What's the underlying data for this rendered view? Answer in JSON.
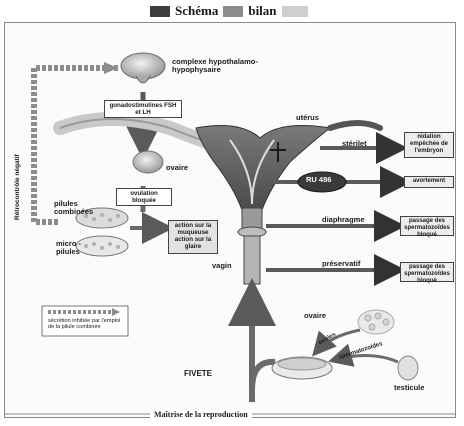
{
  "header": {
    "legend_items": [
      {
        "label": "Schéma",
        "color": "#3d3d3d"
      },
      {
        "label": "bilan",
        "color": "#8c8c8c"
      },
      {
        "label": "",
        "color": "#cfcfcf"
      }
    ]
  },
  "labels": {
    "complexe": "complexe hypothalamo- hypophysaire",
    "gonadostimulines": "gonadostimulines FSH et LH",
    "retrocontrole": "Rétrocontrôle négatif",
    "uterus": "utérus",
    "ovaire_top": "ovaire",
    "ovulation": "ovulation bloquée",
    "pilules": "pilules combinées",
    "micropilules": "micro - pilules",
    "action_muqueuse": "action sur la muqueuse action sur la glaire",
    "vagin": "vagin",
    "sterilet": "stérilet",
    "ru486": "RU 486",
    "diaphragme": "diaphragme",
    "preservatif": "préservatif",
    "ovaire_bottom": "ovaire",
    "ovules": "ovules",
    "spermatozoides": "spermatozoïdes",
    "fivete": "FIVETE",
    "testicule": "testicule",
    "legend_note": "sécrétion inhibée par l'emploi de la pilule combinée"
  },
  "outcomes": {
    "nidation": "nidation empêchée de l'embryon",
    "avortement": "avortement",
    "passage1": "passage des spermatozoïdes bloqué",
    "passage2": "passage des spermatozoïdes bloqué"
  },
  "footer": {
    "title": "Maîtrise de la reproduction"
  }
}
